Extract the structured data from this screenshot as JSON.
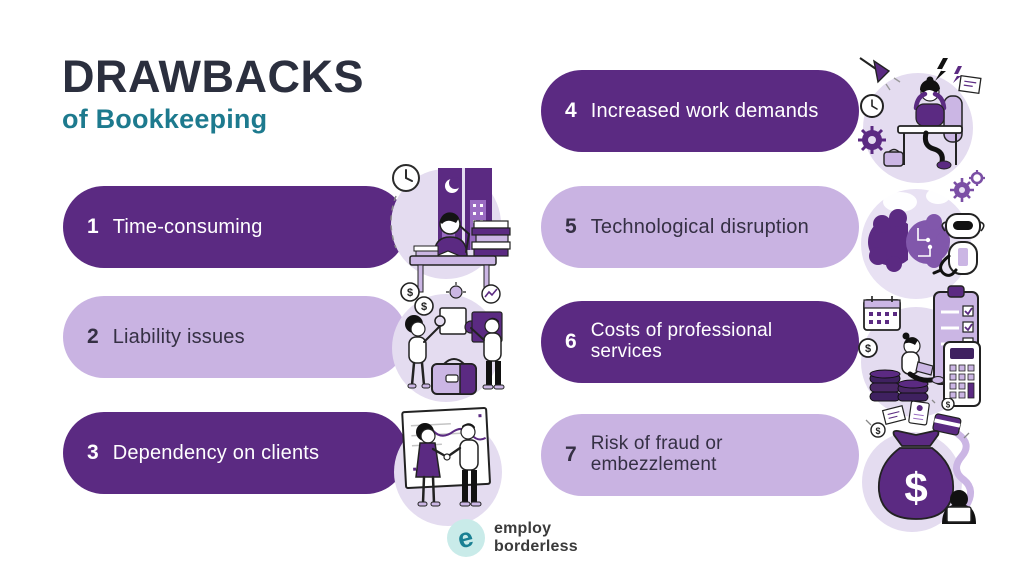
{
  "title": {
    "main": "DRAWBACKS",
    "subtitle": "of Bookkeeping"
  },
  "items": [
    {
      "number": "1",
      "label": "Time-consuming",
      "variant": "dark",
      "illustration": "late-night-study-desk"
    },
    {
      "number": "2",
      "label": "Liability issues",
      "variant": "light",
      "illustration": "puzzle-briefcase-people"
    },
    {
      "number": "3",
      "label": "Dependency on clients",
      "variant": "dark",
      "illustration": "client-handshake"
    },
    {
      "number": "4",
      "label": "Increased work demands",
      "variant": "dark",
      "illustration": "overworked-employee"
    },
    {
      "number": "5",
      "label": "Technological disruption",
      "variant": "light",
      "illustration": "ai-brain-robot"
    },
    {
      "number": "6",
      "label": "Costs of professional services",
      "label_lines": [
        "Costs of professional",
        "services"
      ],
      "variant": "dark",
      "illustration": "coins-calculator-accountant"
    },
    {
      "number": "7",
      "label": "Risk of fraud or embezzlement",
      "label_lines": [
        "Risk of fraud or",
        "embezzlement"
      ],
      "variant": "light",
      "illustration": "money-bag-fraud"
    }
  ],
  "glyphs": {
    "dollar": "$"
  },
  "logo": {
    "monogram": "e",
    "name_line1": "employ",
    "name_line2": "borderless"
  },
  "colors": {
    "dark_purple": "#5b2a82",
    "light_purple": "#c9b3e2",
    "lavender_blob": "#e4dcf0",
    "title_text": "#2b2f3e",
    "teal_subtitle": "#1d7a8e",
    "text_on_light": "#353044",
    "text_on_dark": "#ffffff",
    "logo_teal": "#1a8093",
    "logo_circle_bg": "#c9ebe9",
    "background": "#ffffff"
  }
}
